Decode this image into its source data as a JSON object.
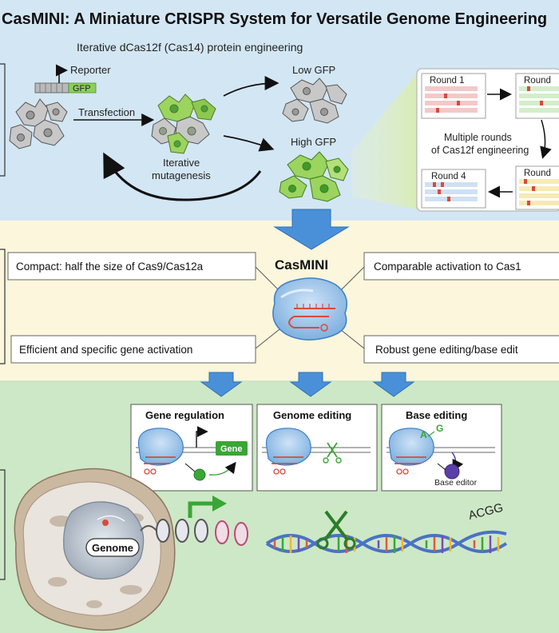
{
  "title": "CasMINI: A Miniature CRISPR System for Versatile Genome Engineering",
  "top": {
    "subtitle": "Iterative dCas12f (Cas14) protein engineering",
    "reporter": "Reporter",
    "gfp_tag": "GFP",
    "transfection": "Transfection",
    "low_gfp": "Low GFP",
    "high_gfp": "High GFP",
    "iterative_line1": "Iterative",
    "iterative_line2": "mutagenesis",
    "round1": "Round 1",
    "round2": "Round",
    "round3": "Round",
    "round4": "Round 4",
    "multiple_line1": "Multiple rounds",
    "multiple_line2": "of Cas12f engineering"
  },
  "middle": {
    "center_label": "CasMINI",
    "box_compact": "Compact: half the size of Cas9/Cas12a",
    "box_comparable": "Comparable activation to Cas1",
    "box_efficient": "Efficient and specific gene activation",
    "box_robust": "Robust gene editing/base edit"
  },
  "bottom": {
    "gene_regulation": "Gene regulation",
    "gene_pill": "Gene",
    "genome_editing": "Genome editing",
    "base_editing": "Base editing",
    "base_editor": "Base editor",
    "a_letter": "A",
    "g_letter": "G",
    "genome_label": "Genome",
    "seq_label": "ACGG"
  },
  "colors": {
    "top_bg": "#d3e6f4",
    "middle_bg": "#fbf6dc",
    "bottom_bg": "#cde8c6",
    "arrow_blue": "#4a90d9",
    "green_accent": "#3aa635",
    "red_accent": "#d94a3a",
    "purple": "#5b3ea8"
  }
}
